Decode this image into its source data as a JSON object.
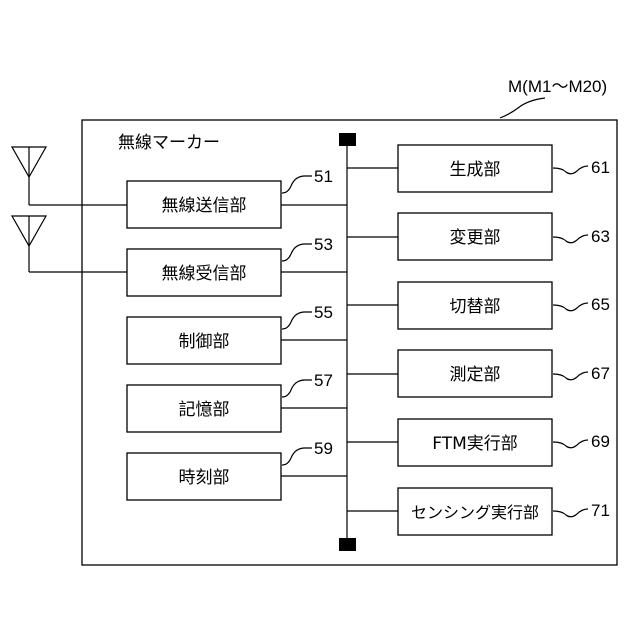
{
  "device_ref": "M(M1～M20)",
  "device_title": "無線マーカー",
  "left_blocks": [
    {
      "label": "無線送信部",
      "ref": "51"
    },
    {
      "label": "無線受信部",
      "ref": "53"
    },
    {
      "label": "制御部",
      "ref": "55"
    },
    {
      "label": "記憶部",
      "ref": "57"
    },
    {
      "label": "時刻部",
      "ref": "59"
    }
  ],
  "right_blocks": [
    {
      "label": "生成部",
      "ref": "61"
    },
    {
      "label": "変更部",
      "ref": "63"
    },
    {
      "label": "切替部",
      "ref": "65"
    },
    {
      "label": "測定部",
      "ref": "67"
    },
    {
      "label": "FTM実行部",
      "ref": "69"
    },
    {
      "label": "センシング実行部",
      "ref": "71"
    }
  ]
}
